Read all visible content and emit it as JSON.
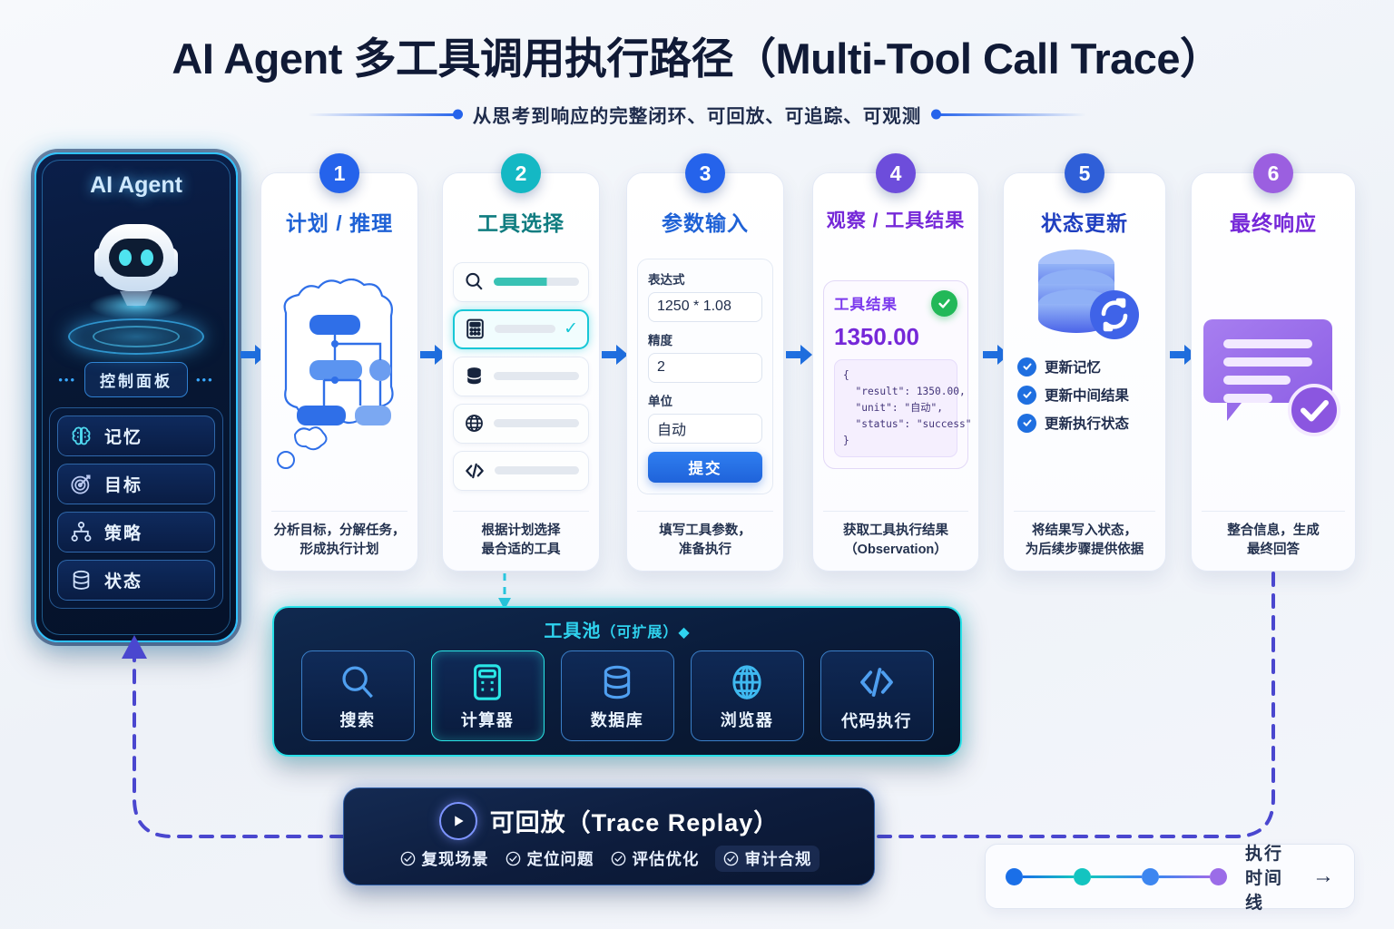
{
  "header": {
    "title": "AI Agent 多工具调用执行路径（Multi-Tool Call Trace）",
    "subtitle": "从思考到响应的完整闭环、可回放、可追踪、可观测"
  },
  "agent": {
    "title": "AI Agent",
    "panel_label": "控制面板",
    "dots_left": "•••",
    "dots_right": "•••",
    "items": [
      {
        "label": "记忆",
        "icon": "brain-icon"
      },
      {
        "label": "目标",
        "icon": "target-icon"
      },
      {
        "label": "策略",
        "icon": "strategy-network-icon"
      },
      {
        "label": "状态",
        "icon": "database-icon"
      }
    ]
  },
  "steps": [
    {
      "number": "1",
      "title": "计划 / 推理",
      "badge_color": "#2563eb",
      "title_color": "#1f62d6",
      "caption_line1": "分析目标，分解任务，",
      "caption_line2": "形成执行计划"
    },
    {
      "number": "2",
      "title": "工具选择",
      "badge_color": "#14b8c4",
      "title_color": "#0f7c80",
      "caption_line1": "根据计划选择",
      "caption_line2": "最合适的工具",
      "tool_rows": [
        {
          "icon": "search-icon",
          "selected": false,
          "progress": 62
        },
        {
          "icon": "calculator-icon",
          "selected": true,
          "progress": 0
        },
        {
          "icon": "database-icon",
          "selected": false,
          "progress": 0
        },
        {
          "icon": "globe-icon",
          "selected": false,
          "progress": 0
        },
        {
          "icon": "code-icon",
          "selected": false,
          "progress": 0
        }
      ]
    },
    {
      "number": "3",
      "title": "参数输入",
      "badge_color": "#2563eb",
      "title_color": "#1f62d6",
      "caption_line1": "填写工具参数，",
      "caption_line2": "准备执行",
      "form": {
        "fields": [
          {
            "label": "表达式",
            "value": "1250 * 1.08"
          },
          {
            "label": "精度",
            "value": "2"
          },
          {
            "label": "单位",
            "value": "自动"
          }
        ],
        "submit_label": "提交"
      }
    },
    {
      "number": "4",
      "title": "观察 / 工具结果",
      "badge_color": "#6d4ddb",
      "title_color": "#7528d8",
      "caption_line1": "获取工具执行结果",
      "caption_line2": "（Observation）",
      "result": {
        "label": "工具结果",
        "status_icon": "success-check-icon",
        "value": "1350.00",
        "json": "{\n  \"result\": 1350.00,\n  \"unit\": \"自动\",\n  \"status\": \"success\"\n}"
      }
    },
    {
      "number": "5",
      "title": "状态更新",
      "badge_color": "#2f5fd8",
      "title_color": "#1f3fc0",
      "caption_line1": "将结果写入状态，",
      "caption_line2": "为后续步骤提供依据",
      "checks": [
        "更新记忆",
        "更新中间结果",
        "更新执行状态"
      ]
    },
    {
      "number": "6",
      "title": "最终响应",
      "badge_color": "#9b5fe0",
      "title_color": "#7528d8",
      "caption_line1": "整合信息，生成",
      "caption_line2": "最终回答"
    }
  ],
  "pool": {
    "title": "工具池",
    "title_sub": "（可扩展）",
    "marker": "◆",
    "items": [
      {
        "label": "搜索",
        "icon": "search-icon",
        "highlight": false
      },
      {
        "label": "计算器",
        "icon": "calculator-icon",
        "highlight": true
      },
      {
        "label": "数据库",
        "icon": "database-icon",
        "highlight": false
      },
      {
        "label": "浏览器",
        "icon": "globe-icon",
        "highlight": false
      },
      {
        "label": "代码执行",
        "icon": "code-icon",
        "highlight": false
      }
    ]
  },
  "replay": {
    "title": "可回放（Trace Replay）",
    "play_icon": "play-icon",
    "tags": [
      "复现场景",
      "定位问题",
      "评估优化",
      "审计合规"
    ]
  },
  "timeline": {
    "label": "执行时间线",
    "arrow": "→",
    "dots": [
      "#1a6fe8",
      "#13c4c0",
      "#3d86f0",
      "#9b6ce8"
    ]
  }
}
